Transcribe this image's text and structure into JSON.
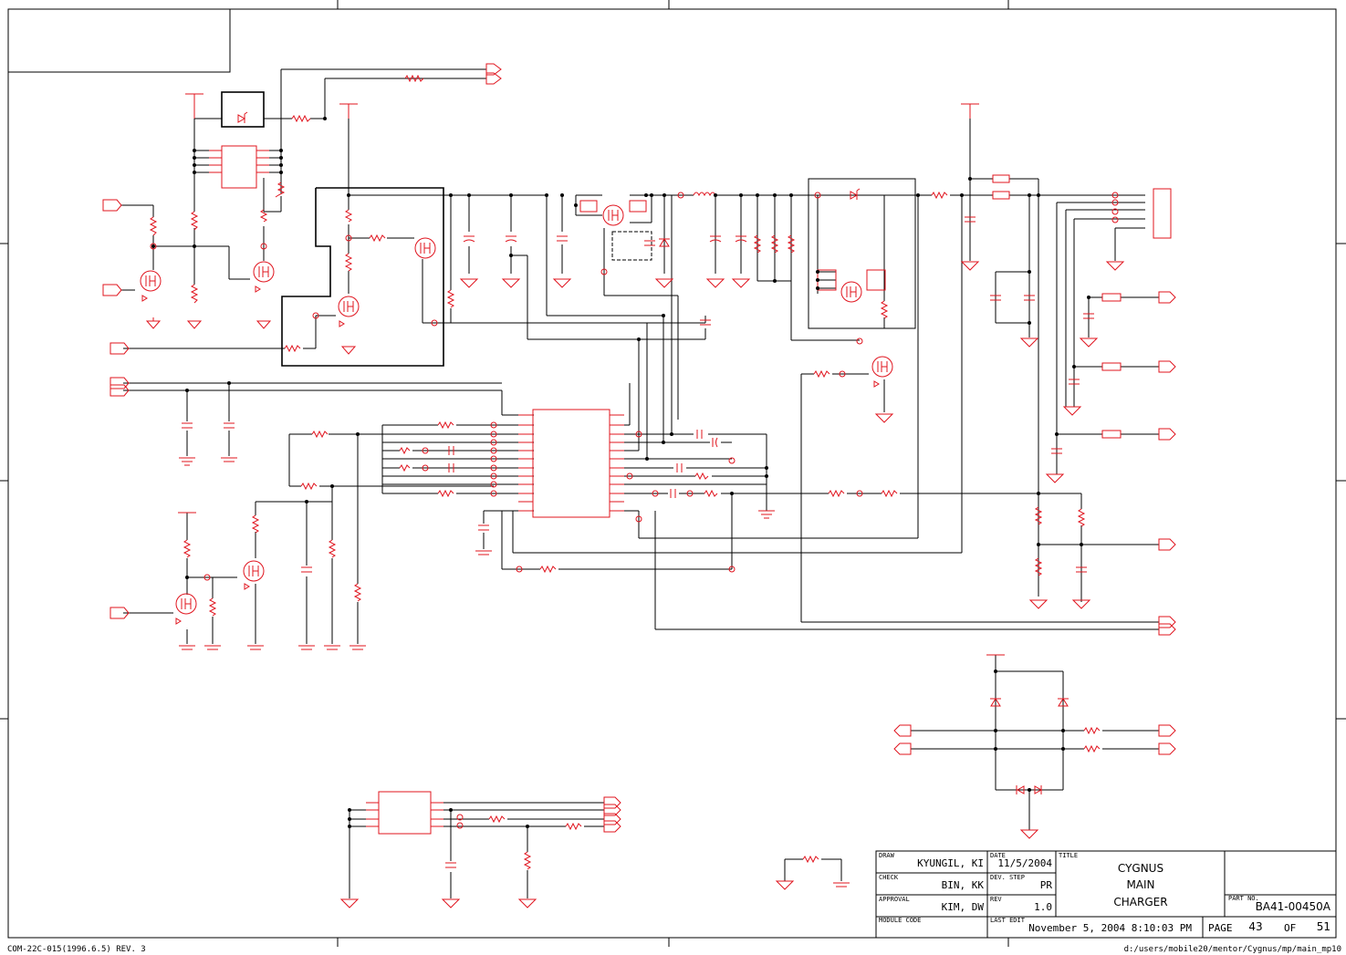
{
  "title_block": {
    "labels": {
      "draw": "DRAW",
      "check": "CHECK",
      "approval": "APPROVAL",
      "module_code": "MODULE CODE",
      "date": "DATE",
      "dev_step": "DEV. STEP",
      "rev": "REV",
      "last_edit": "LAST EDIT",
      "title": "TITLE",
      "part_no": "PART NO.",
      "page": "PAGE",
      "of": "OF"
    },
    "draw_name": "KYUNGIL, KI",
    "check_name": "BIN, KK",
    "approval_name": "KIM, DW",
    "module_code_value": "",
    "date_value": "11/5/2004",
    "dev_step_value": "PR",
    "rev_value": "1.0",
    "last_edit_value": "November 5, 2004  8:10:03 PM",
    "title_lines": [
      "CYGNUS",
      "MAIN",
      "CHARGER"
    ],
    "part_no_value": "BA41-00450A",
    "page_number": "43",
    "page_total": "51"
  },
  "footer": {
    "form_code": "COM-22C-015(1996.6.5) REV. 3",
    "file_path": "d:/users/mobile20/mentor/Cygnus/mp/main_mp10"
  },
  "colors": {
    "schematic": "#e0141e",
    "frame": "#000000"
  }
}
